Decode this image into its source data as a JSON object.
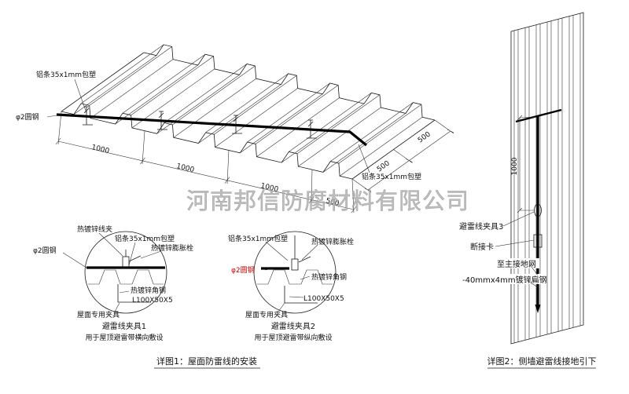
{
  "watermark": "河南邦信防腐材料有限公司",
  "colors": {
    "line": "#1a1a1a",
    "red": "#cc0000",
    "watermark": "#b5b5b5"
  },
  "main": {
    "label_al_strip_top": "铝条35x1mm包塑",
    "label_round_steel": "φ2圆钢",
    "label_al_strip_right": "铝条35x1mm包塑",
    "dims_bottom": [
      "1000",
      "1000",
      "1000",
      "500"
    ],
    "dims_right": [
      "500",
      "500"
    ],
    "caption": "详图1：屋面防雷线的安装"
  },
  "detail1": {
    "labels": {
      "clamp": "热镀锌线夹",
      "al_strip": "铝条35x1mm包塑",
      "expansion_bolt": "热镀锌膨胀栓",
      "round_steel": "φ2圆钢",
      "angle_steel": "热镀锌角钢",
      "angle_spec": "L100X50X5",
      "roof_clamp": "屋面专用夹具"
    },
    "title": "避雷线夹具1",
    "subtitle": "用于屋顶避雷带横向敷设"
  },
  "detail2": {
    "labels": {
      "al_strip": "铝条35x1mm包塑",
      "expansion_bolt": "热镀锌膨胀栓",
      "round_steel": "φ2圆钢",
      "angle_steel": "热镀锌角钢",
      "angle_spec": "L100X50X5",
      "roof_clamp": "屋面专用夹具"
    },
    "title": "避雷线夹具2",
    "subtitle": "用于屋顶避雷带纵向敷设"
  },
  "wall": {
    "labels": {
      "clamp3": "避雷线夹具3",
      "disconnect": "断接卡",
      "to_ground": "至主接地网",
      "flat_steel": "-40mmx4mm镀锌扁钢"
    },
    "dim": "1000",
    "caption": "详图2：侧墙避雷线接地引下"
  }
}
